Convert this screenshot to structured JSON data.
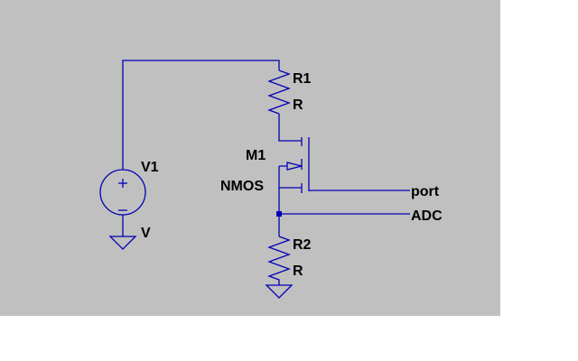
{
  "colors": {
    "background": "#c0c0c0",
    "wire": "#0000b4",
    "text": "#000000",
    "page": "#ffffff"
  },
  "components": {
    "r1": {
      "name": "R1",
      "value": "R"
    },
    "r2": {
      "name": "R2",
      "value": "R"
    },
    "m1": {
      "name": "M1",
      "value": "NMOS"
    },
    "v1": {
      "name": "V1",
      "value": "V"
    }
  },
  "nets": {
    "port": "port",
    "adc": "ADC"
  }
}
